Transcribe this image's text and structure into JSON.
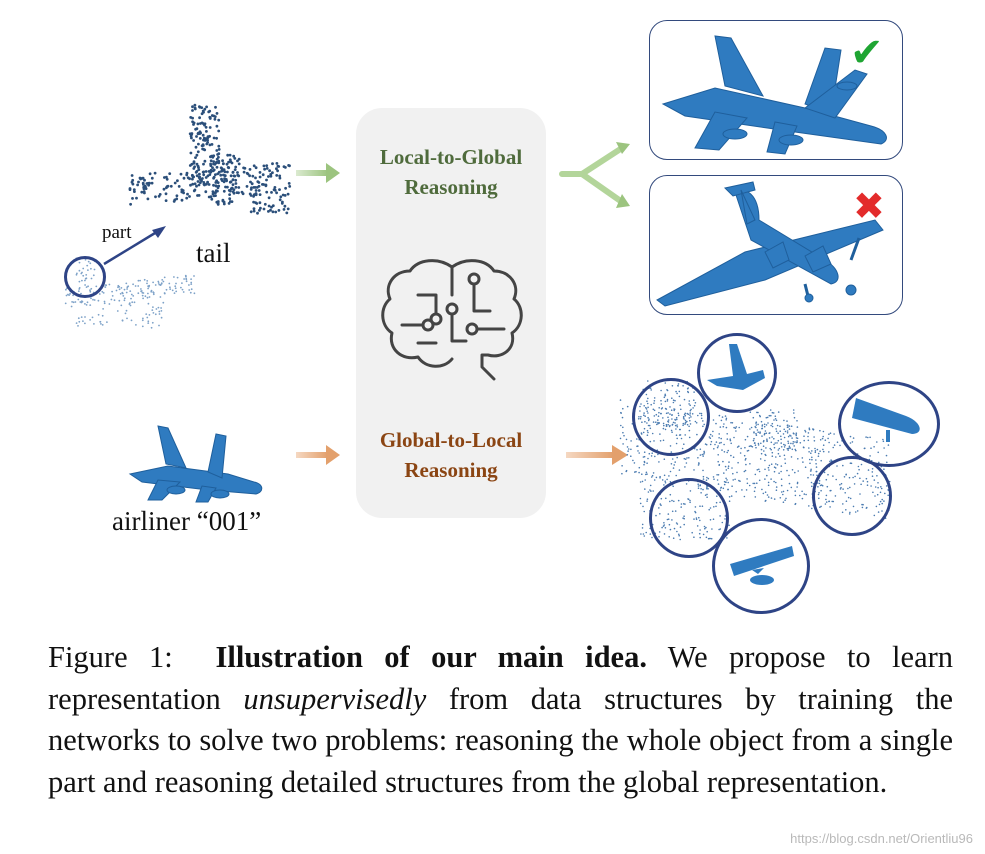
{
  "figure": {
    "panel": {
      "top_label": [
        "Local-to-Global",
        "Reasoning"
      ],
      "bottom_label": [
        "Global-to-Local",
        "Reasoning"
      ]
    },
    "left": {
      "part_label": "part",
      "tail_label": "tail",
      "airliner_label": "airliner “001”"
    },
    "marks": {
      "check": "✔",
      "cross": "✖"
    }
  },
  "caption": {
    "prefix": "Figure 1:",
    "bold": "Illustration of our main idea.",
    "seg1": " We propose to learn representation ",
    "italic": "unsupervisedly",
    "seg2": " from data structures by training the networks to solve two problems: reasoning the whole object from a single part and reasoning detailed structures from the global representation."
  },
  "watermark": "https://blog.csdn.net/Orientliu96",
  "colors": {
    "plane_blue": "#2f7bc0",
    "green_arrow": "#9cc47f",
    "orange_arrow": "#e3a06c",
    "circle_blue": "#2e4486",
    "check_green": "#1fa533",
    "cross_red": "#e32b2b"
  }
}
